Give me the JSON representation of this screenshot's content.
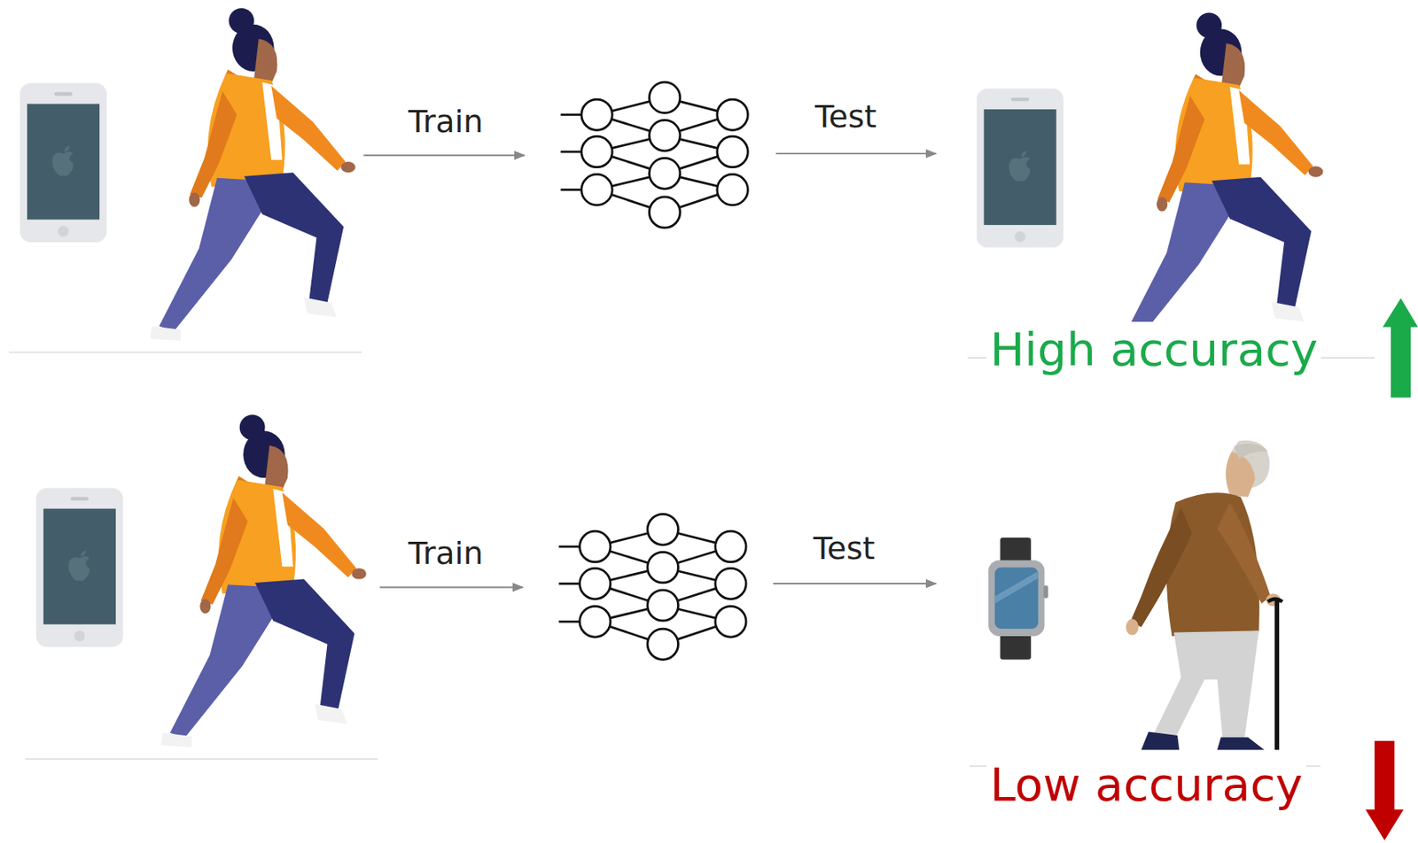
{
  "diagram": {
    "labels": [
      "Train",
      "Test",
      "High accuracy",
      "Train",
      "Test",
      "Low accuracy"
    ]
  }
}
